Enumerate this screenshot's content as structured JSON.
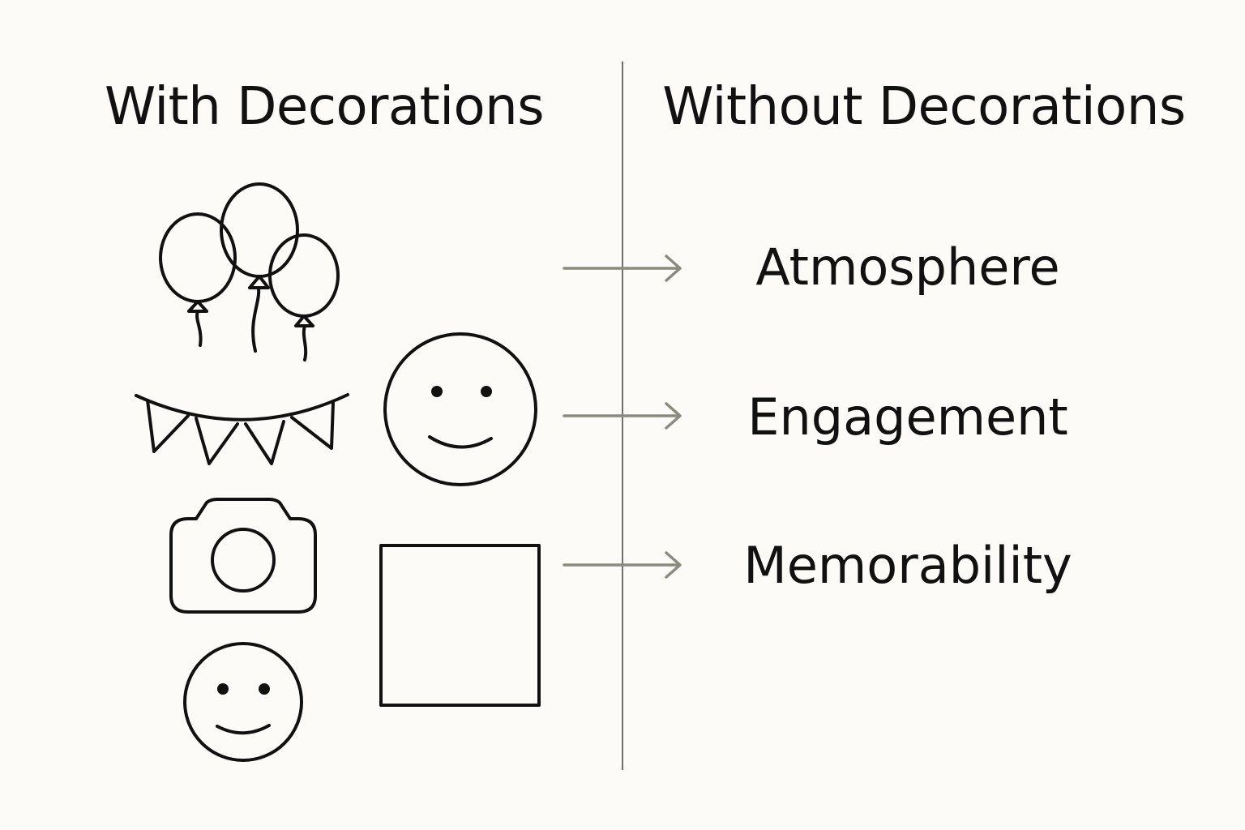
{
  "headings": {
    "left": "With Decorations",
    "right": "Without Decorations"
  },
  "outcomes": [
    "Atmosphere",
    "Engagement",
    "Memorability"
  ],
  "icons": [
    "balloons-icon",
    "bunting-icon",
    "smiley-face-icon",
    "camera-icon",
    "frame-icon",
    "small-smiley-icon",
    "arrow-right-icon"
  ],
  "colors": {
    "background": "#fcfbf8",
    "ink": "#111111",
    "arrow": "#8a8a7e",
    "divider": "#6f6f6f"
  }
}
